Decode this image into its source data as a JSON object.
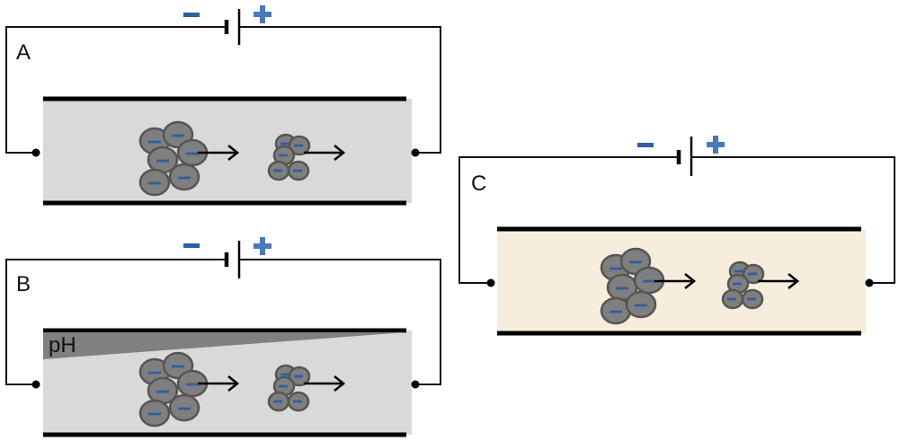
{
  "panels": [
    {
      "label": "A",
      "pH_label": "",
      "minus_symbol": "−",
      "plus_symbol": "+"
    },
    {
      "label": "B",
      "pH_label": "pH",
      "minus_symbol": "−",
      "plus_symbol": "+"
    },
    {
      "label": "C",
      "pH_label": "",
      "minus_symbol": "−",
      "plus_symbol": "+"
    }
  ],
  "colors": {
    "gel_gray": "#d9d9d9",
    "gel_cream": "#f7eddc",
    "particle_fill": "#7f7f7f",
    "negative_charge": "#2f5f9e",
    "positive_terminal": "#4a79b8",
    "ph_gradient": "#808080"
  },
  "icons": {
    "battery": "battery-icon",
    "negative_charge": "minus-icon",
    "positive_terminal": "plus-icon",
    "migration_arrow": "arrow-right-icon"
  }
}
